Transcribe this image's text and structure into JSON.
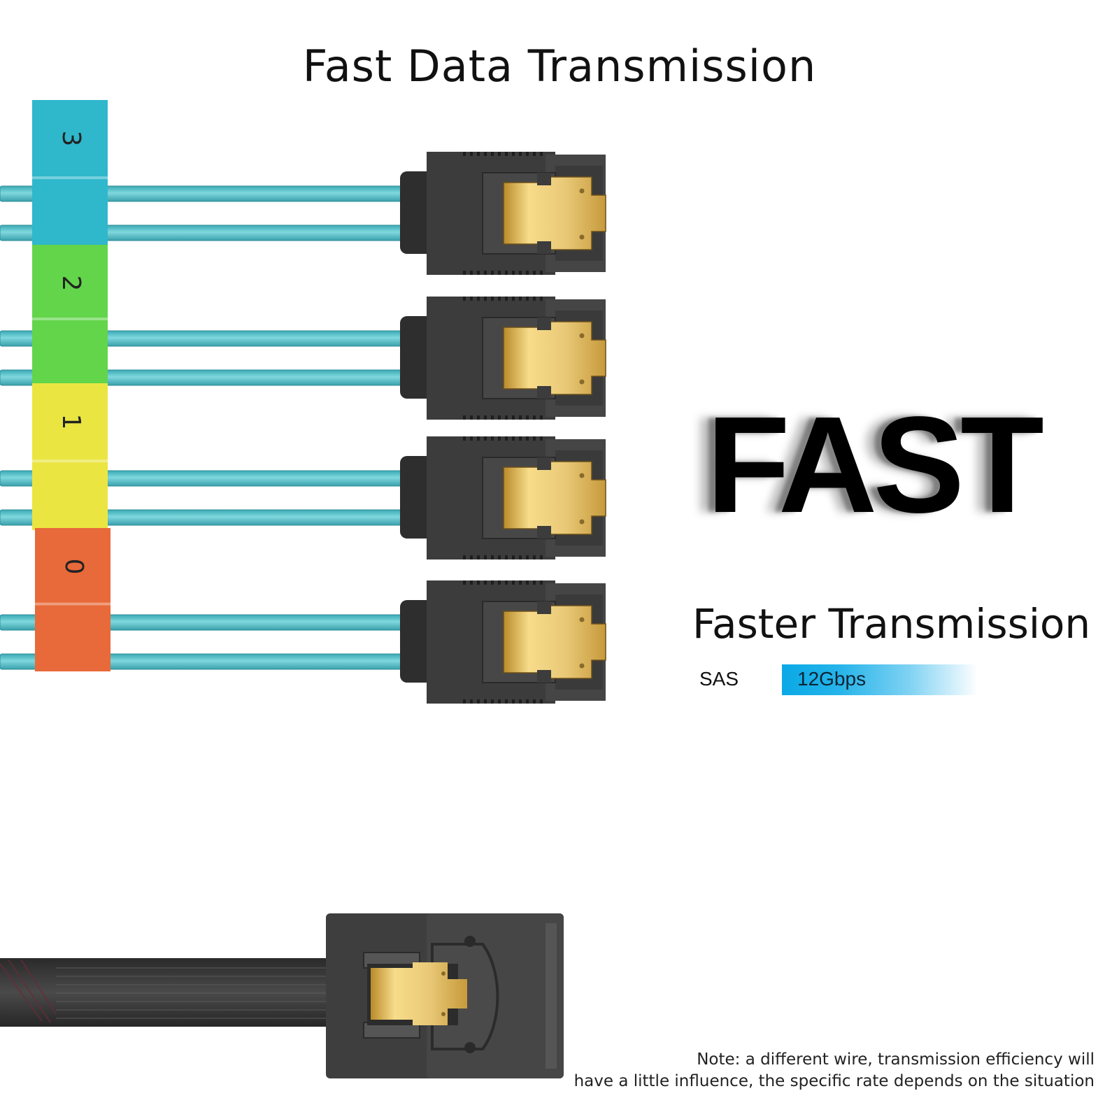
{
  "title": "Fast Data Transmission",
  "headline": "FAST",
  "subtitle": "Faster Transmission",
  "spec": {
    "label": "SAS",
    "value": "12Gbps",
    "bar_color": "#0aa9e6"
  },
  "note": {
    "line1": "Note: a different wire, transmission efficiency will",
    "line2": "have a little influence, the specific rate depends on the situation"
  },
  "ports": [
    {
      "label": "3",
      "color": "#2fb7cc"
    },
    {
      "label": "2",
      "color": "#62d54a"
    },
    {
      "label": "1",
      "color": "#ebe542"
    },
    {
      "label": "0",
      "color": "#e8693a"
    }
  ],
  "colors": {
    "wire": "#5ec6cf",
    "connector": "#3b3b3b",
    "gold": "#e6c36a"
  },
  "icons": [
    "sata-connector-icon",
    "mini-sas-connector-icon"
  ]
}
